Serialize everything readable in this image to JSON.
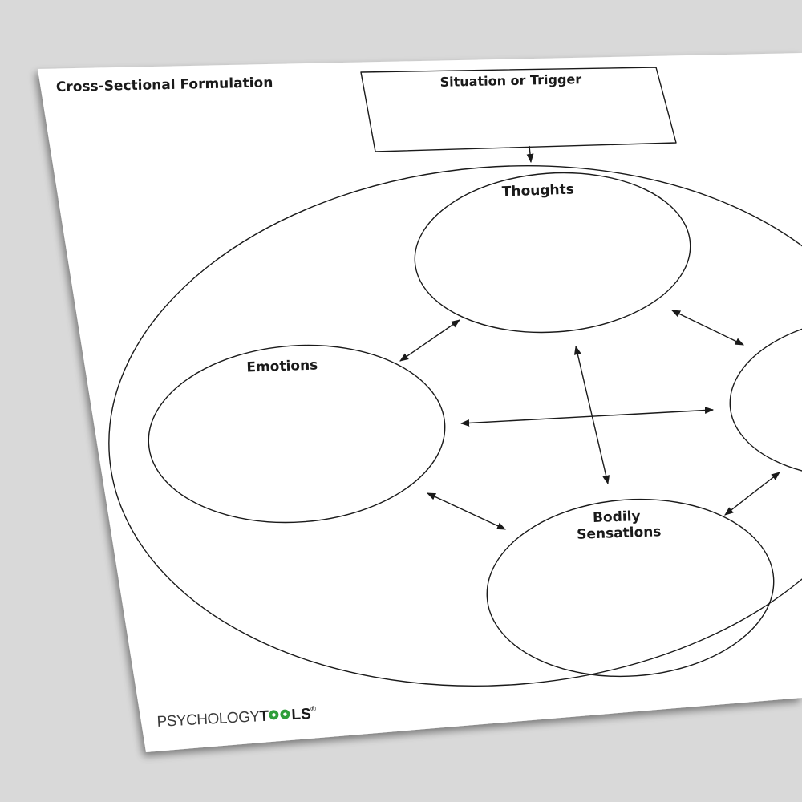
{
  "worksheet": {
    "title": "Cross-Sectional Formulation",
    "trigger_box_label": "Situation or Trigger",
    "nodes": {
      "thoughts": "Thoughts",
      "emotions": "Emotions",
      "bodily_line1": "Bodily",
      "bodily_line2": "Sensations"
    },
    "brand": {
      "part1": "PSYCHOLOGY",
      "part2": "T",
      "part3": "LS",
      "registered": "®"
    }
  },
  "colors": {
    "background": "#d9d9d9",
    "paper": "#ffffff",
    "ink": "#1a1a1a",
    "brand_green": "#2f9e3a"
  }
}
